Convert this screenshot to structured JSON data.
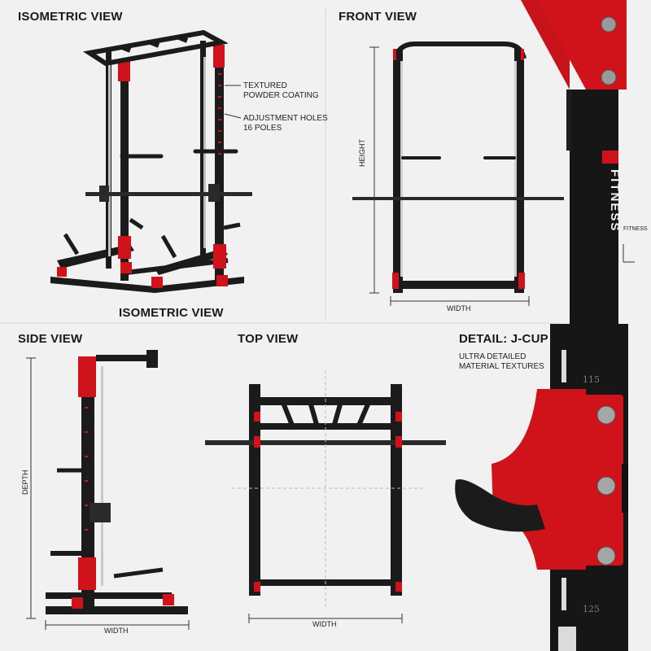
{
  "labels": {
    "iso_top": "ISOMETRIC VIEW",
    "iso_bottom": "ISOMETRIC VIEW",
    "front": "FRONT VIEW",
    "side": "SIDE VIEW",
    "top": "TOP VIEW",
    "detail": "DETAIL: J-CUP"
  },
  "callouts": {
    "coating_1": "TEXTURED",
    "coating_2": "POWDER COATING",
    "holes_1": "ADJUSTMENT HOLES",
    "holes_2": "16 POLES",
    "detail_1": "ULTRA DETAILED",
    "detail_2": "MATERIAL TEXTURES",
    "fitness_tag": "FITNESS"
  },
  "dimensions": {
    "height": "HEIGHT",
    "width_front": "WIDTH",
    "depth": "DEPTH",
    "width_side": "WIDTH",
    "width_top": "WIDTH"
  },
  "brand": {
    "name": "FITNESS",
    "post_number_1": "115",
    "post_number_2": "125"
  },
  "colors": {
    "frame": "#1b1b1b",
    "accent": "#d0131b",
    "background": "#f1f1f1"
  }
}
